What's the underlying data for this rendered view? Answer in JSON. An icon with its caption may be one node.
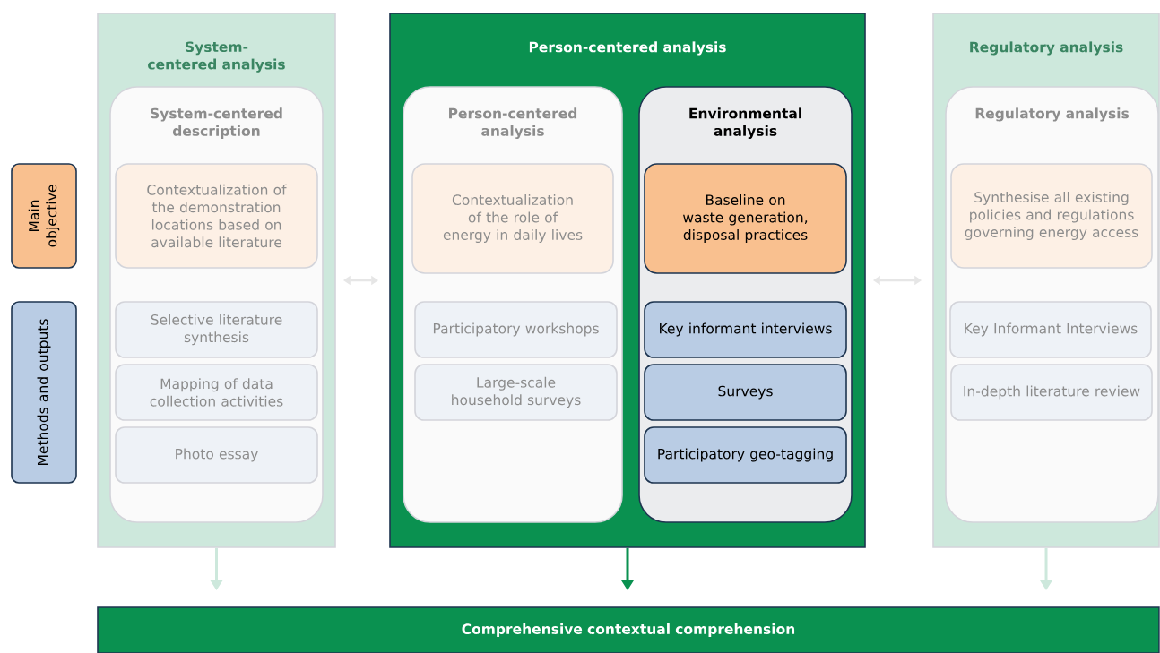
{
  "diagram": {
    "nodes": [
      {
        "text": [
          "Main objective"
        ]
      },
      {
        "text": [
          "Methods and outputs"
        ]
      },
      {
        "text": [
          "System-centered analysis"
        ]
      },
      {
        "text": [
          "System-centered description"
        ],
        "in": 2
      },
      {
        "text": [
          "Contextualization of the demonstration locations based on available literature"
        ],
        "in": 3
      },
      {
        "text": [
          "Selective literature synthesis"
        ],
        "in": 3
      },
      {
        "text": [
          "Mapping of data collection activities"
        ],
        "in": 3
      },
      {
        "text": [
          "Photo essay"
        ],
        "in": 3
      },
      {
        "text": [
          "Person-centered analysis"
        ]
      },
      {
        "text": [
          "Person-centered analysis"
        ],
        "in": 8
      },
      {
        "text": [
          "Contextualization of the role of energy in daily lives"
        ],
        "in": 9
      },
      {
        "text": [
          "Participatory workshops"
        ],
        "in": 9
      },
      {
        "text": [
          "Large-scale household surveys"
        ],
        "in": 9
      },
      {
        "text": [
          "Environmental analysis"
        ],
        "in": 8
      },
      {
        "text": [
          "Baseline on waste generation, disposal practices"
        ],
        "in": 13
      },
      {
        "text": [
          "Key informant interviews"
        ],
        "in": 13
      },
      {
        "text": [
          "Surveys"
        ],
        "in": 13
      },
      {
        "text": [
          "Participatory geo-tagging"
        ],
        "in": 13
      },
      {
        "text": [
          "Regulatory analysis"
        ]
      },
      {
        "text": [
          "Regulatory analysis"
        ],
        "in": 18
      },
      {
        "text": [
          "Synthesise all existing policies and regulations governing energy access"
        ],
        "in": 19
      },
      {
        "text": [
          "Key Informant Interviews"
        ],
        "in": 19
      },
      {
        "text": [
          "In-depth literature review"
        ],
        "in": 19
      },
      {
        "text": [
          "Comprehensive contextual comprehension"
        ]
      }
    ],
    "edges": [
      {
        "from": 2,
        "to": 23,
        "arrow": "to",
        "color": "#cde8dc"
      },
      {
        "from": 8,
        "to": 23,
        "arrow": "to",
        "color": "#0a9150"
      },
      {
        "from": 18,
        "to": 23,
        "arrow": "to",
        "color": "#cde8dc"
      },
      {
        "from": 2,
        "to": 8,
        "arrow": "both",
        "color": "#e6e6e6"
      },
      {
        "from": 8,
        "to": 18,
        "arrow": "both",
        "color": "#e6e6e6"
      }
    ]
  }
}
